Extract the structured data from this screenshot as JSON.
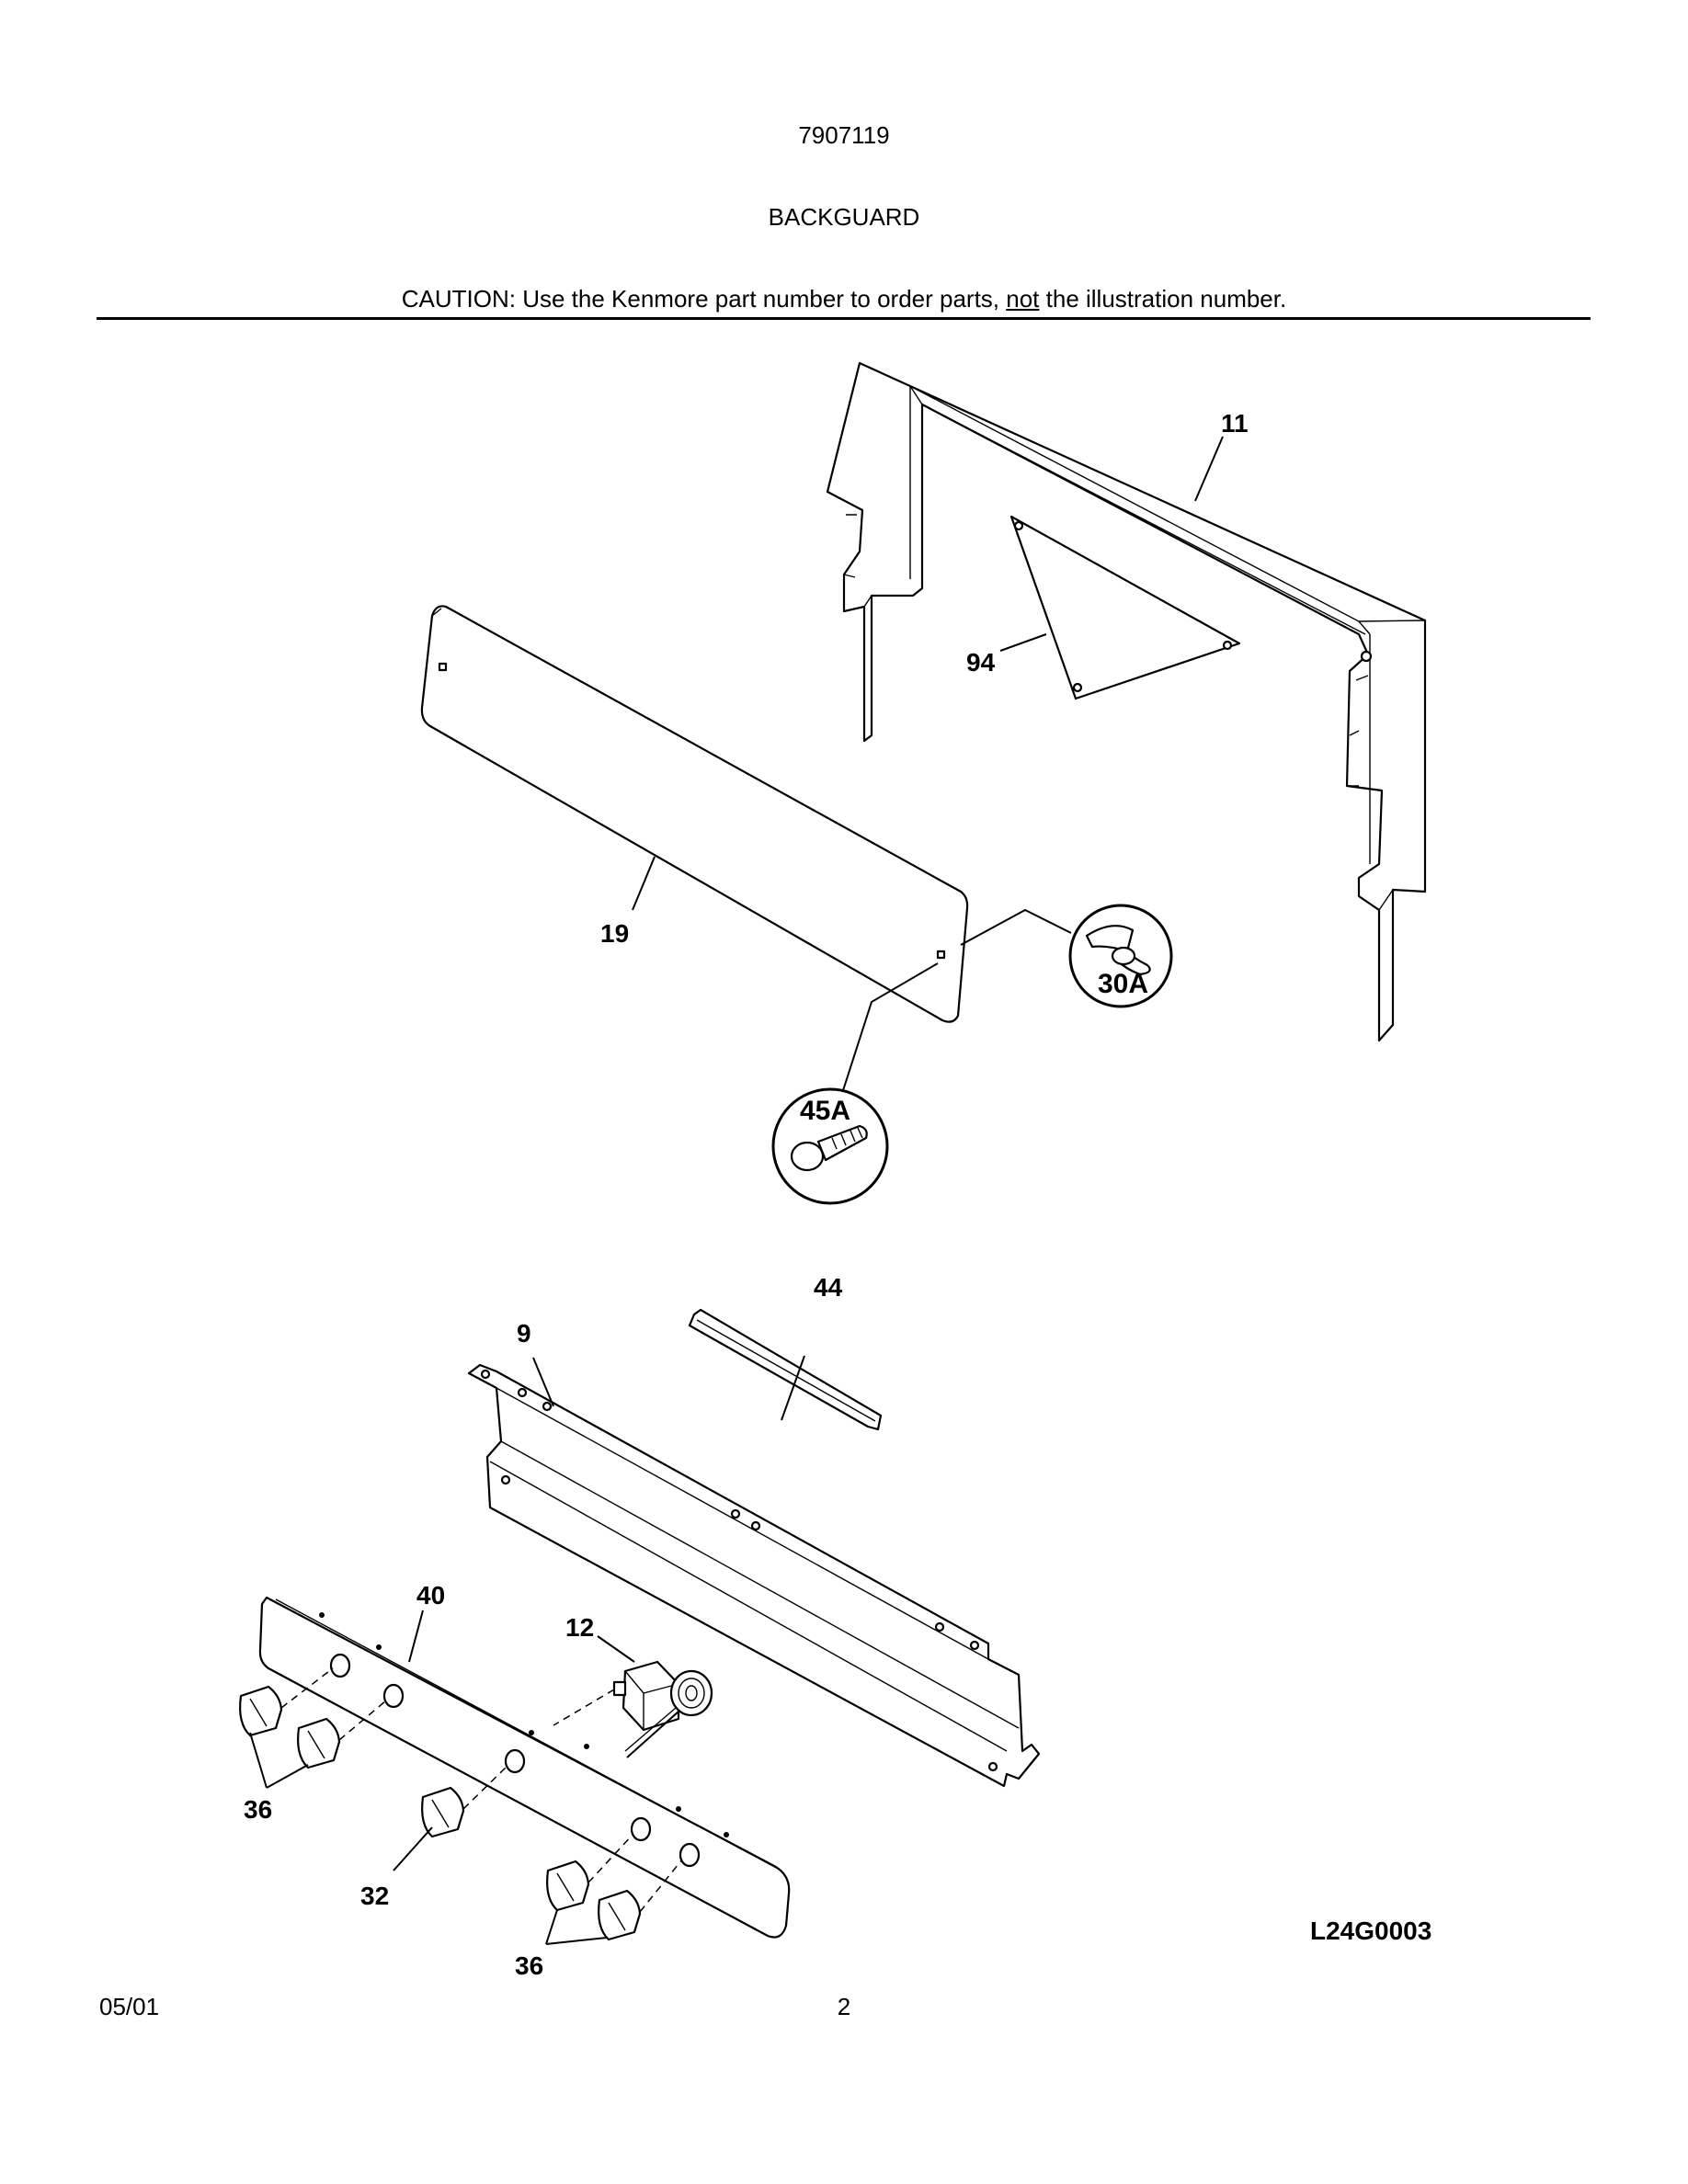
{
  "header": {
    "model_number": "7907119",
    "section_title": "BACKGUARD",
    "caution_prefix": "CAUTION: Use the Kenmore part number to order parts, ",
    "caution_emphasis": "not",
    "caution_suffix": " the illustration number."
  },
  "callouts": {
    "backguard": "11",
    "bracket": "94",
    "panel": "19",
    "wing_nut": "30A",
    "bolt": "45A",
    "trim_strip": "44",
    "control_panel": "9",
    "manifold_panel": "40",
    "thermostat": "12",
    "knobs_left": "36",
    "center_knob": "32",
    "knobs_right": "36"
  },
  "diagram_code": "L24G0003",
  "footer": {
    "date": "05/01",
    "page_number": "2"
  }
}
